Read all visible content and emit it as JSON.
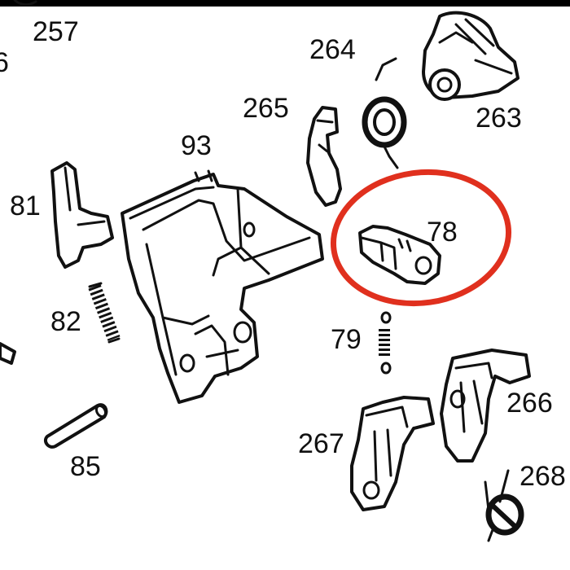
{
  "diagram": {
    "parts": [
      {
        "id": "part-6",
        "label": "6"
      },
      {
        "id": "part-257",
        "label": "257"
      },
      {
        "id": "part-264",
        "label": "264"
      },
      {
        "id": "part-263",
        "label": "263"
      },
      {
        "id": "part-265",
        "label": "265"
      },
      {
        "id": "part-93",
        "label": "93"
      },
      {
        "id": "part-81",
        "label": "81"
      },
      {
        "id": "part-78",
        "label": "78"
      },
      {
        "id": "part-82",
        "label": "82"
      },
      {
        "id": "part-79",
        "label": "79"
      },
      {
        "id": "part-266",
        "label": "266"
      },
      {
        "id": "part-267",
        "label": "267"
      },
      {
        "id": "part-85",
        "label": "85"
      },
      {
        "id": "part-268",
        "label": "268"
      }
    ],
    "highlight": {
      "target": "78",
      "shape": "ellipse",
      "color": "#e0301e"
    },
    "frame_color": "#000000"
  }
}
